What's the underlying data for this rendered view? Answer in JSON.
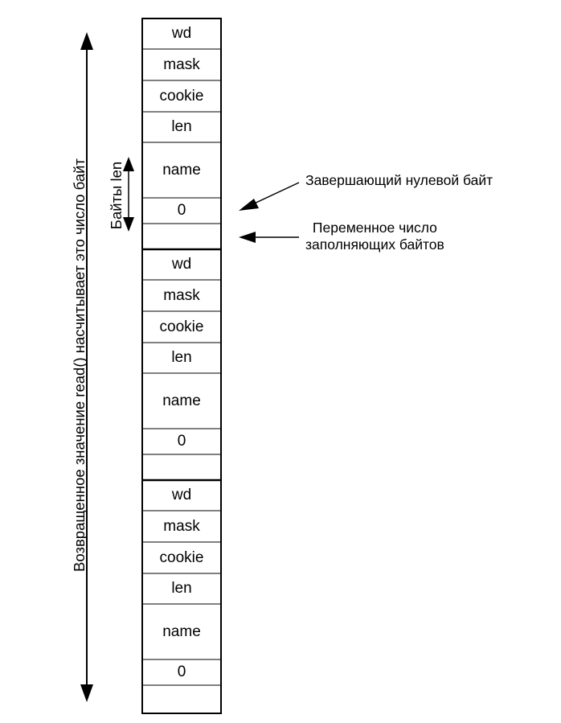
{
  "diagram": {
    "total_label": "Возвращенное значение read() насчитывает это число байт",
    "name_bytes_label": "Байты len",
    "terminating_null_label": "Завершающий нулевой байт",
    "padding_label_line1": "Переменное число",
    "padding_label_line2": "заполняющих байтов",
    "events": [
      {
        "wd": "wd",
        "mask": "mask",
        "cookie": "cookie",
        "len": "len",
        "name": "name",
        "nul": "0"
      },
      {
        "wd": "wd",
        "mask": "mask",
        "cookie": "cookie",
        "len": "len",
        "name": "name",
        "nul": "0"
      },
      {
        "wd": "wd",
        "mask": "mask",
        "cookie": "cookie",
        "len": "len",
        "name": "name",
        "nul": "0"
      }
    ]
  }
}
